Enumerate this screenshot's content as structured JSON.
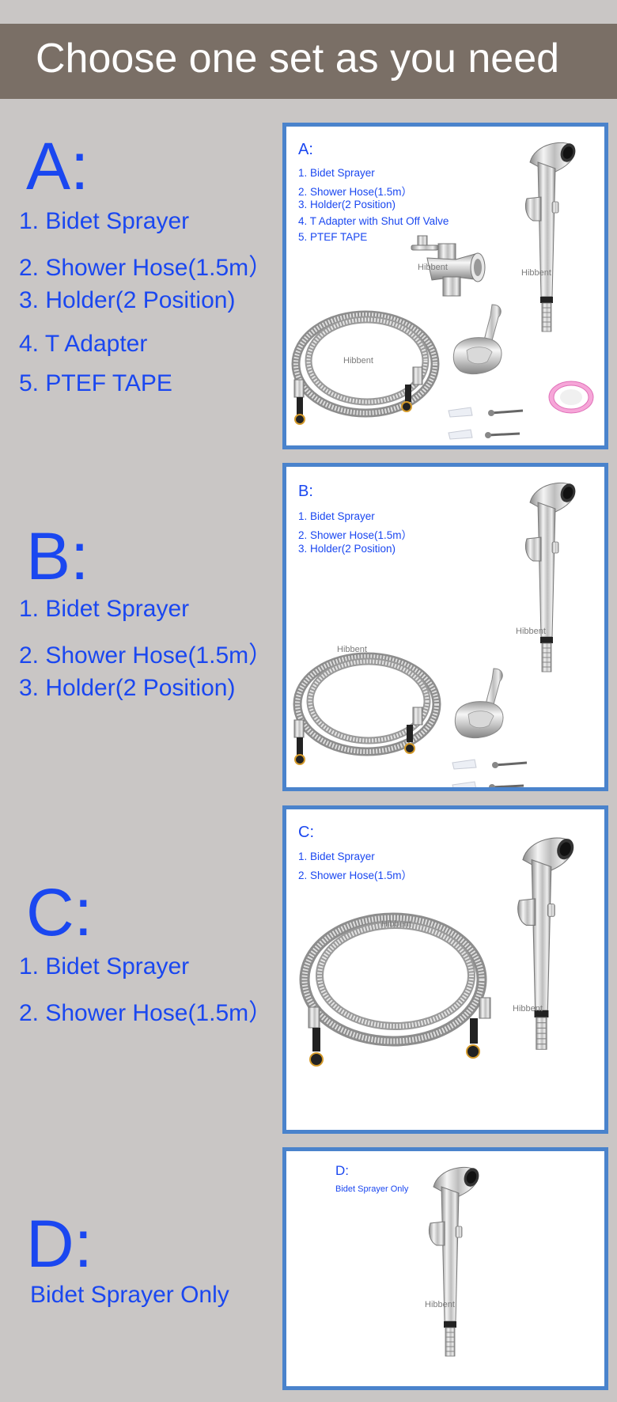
{
  "header": {
    "title": "Choose one set as you need"
  },
  "sets": [
    {
      "letter": "A:",
      "items": [
        "1. Bidet Sprayer",
        "2. Shower Hose(1.5m）",
        "3. Holder(2 Position)",
        "4. T Adapter",
        "5. PTEF TAPE"
      ],
      "panel": {
        "letter": "A:",
        "items": [
          "1. Bidet Sprayer",
          "2. Shower Hose(1.5m）",
          "3. Holder(2 Position)",
          "4. T Adapter with Shut Off Valve",
          "5. PTEF TAPE"
        ]
      }
    },
    {
      "letter": "B:",
      "items": [
        "1. Bidet Sprayer",
        "2. Shower Hose(1.5m）",
        "3. Holder(2 Position)"
      ],
      "panel": {
        "letter": "B:",
        "items": [
          "1. Bidet Sprayer",
          "2. Shower Hose(1.5m）",
          "3. Holder(2 Position)"
        ]
      }
    },
    {
      "letter": "C:",
      "items": [
        "1. Bidet Sprayer",
        "2. Shower Hose(1.5m）"
      ],
      "panel": {
        "letter": "C:",
        "items": [
          "1. Bidet Sprayer",
          "2. Shower Hose(1.5m）"
        ]
      }
    },
    {
      "letter": "D:",
      "items": [
        "Bidet Sprayer Only"
      ],
      "panel": {
        "letter": "D:",
        "items": [
          "Bidet Sprayer Only"
        ]
      }
    }
  ],
  "brand_watermark": "Hibbent",
  "colors": {
    "banner": "#7a6f66",
    "accent_blue": "#1a47f0",
    "panel_border": "#4a83cc",
    "background": "#c9c6c5"
  },
  "icons": [
    "bidet-sprayer-icon",
    "shower-hose-icon",
    "holder-icon",
    "t-adapter-icon",
    "ptfe-tape-icon",
    "screw-icon",
    "wall-anchor-icon"
  ]
}
